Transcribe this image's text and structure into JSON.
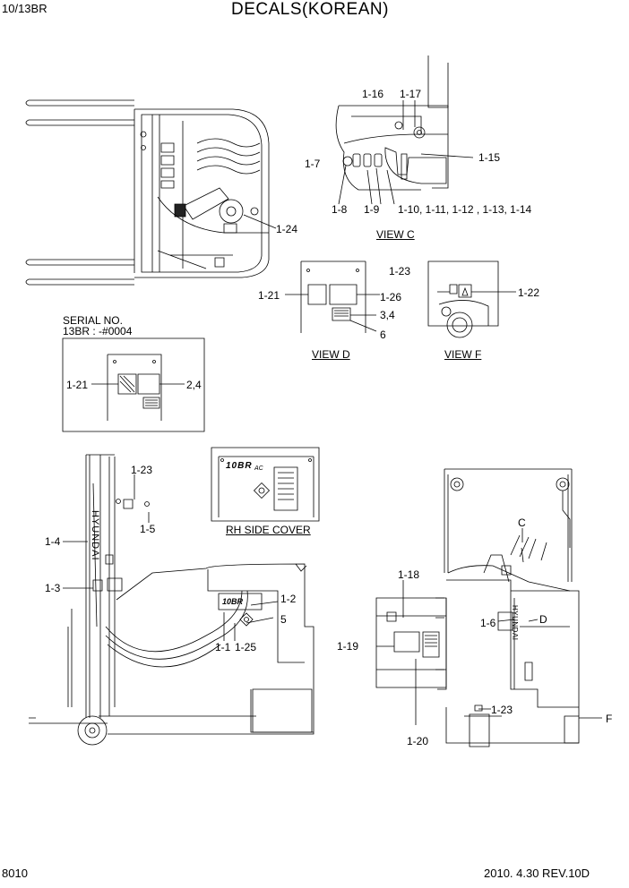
{
  "header": {
    "model": "10/13BR",
    "title": "DECALS(KOREAN)"
  },
  "footer": {
    "page_number": "8010",
    "date_revision": "2010. 4.30  REV.10D"
  },
  "views": {
    "view_c": "VIEW C",
    "view_d": "VIEW D",
    "view_f": "VIEW F",
    "rh_side_cover": "RH SIDE COVER"
  },
  "serial_note": {
    "line1": "SERIAL NO.",
    "line2": "13BR : -#0004"
  },
  "callouts": {
    "c1_16": "1-16",
    "c1_17": "1-17",
    "c1_7": "1-7",
    "c1_15": "1-15",
    "c1_8": "1-8",
    "c1_9": "1-9",
    "c1_10_14": "1-10, 1-11, 1-12 , 1-13, 1-14",
    "c1_24": "1-24",
    "c1_21_d": "1-21",
    "c1_26": "1-26",
    "c3_4": "3,4",
    "c6": "6",
    "c1_23_f": "1-23",
    "c1_22": "1-22",
    "c1_21_s": "1-21",
    "c2_4": "2,4",
    "c1_23_m": "1-23",
    "c1_5": "1-5",
    "c1_4": "1-4",
    "c1_3": "1-3",
    "c1_2": "1-2",
    "c5": "5",
    "c1_1": "1-1",
    "c1_25": "1-25",
    "c_c": "C",
    "c1_18": "1-18",
    "c1_6": "1-6",
    "c_d": "D",
    "c1_19": "1-19",
    "c1_23_r": "1-23",
    "c_f": "F",
    "c1_20": "1-20"
  },
  "decal_text": {
    "brand_vertical": "HYUNDAI",
    "brand_rear": "HYUNDAI",
    "model_badge": "10BR",
    "model_badge_small": "AC"
  }
}
